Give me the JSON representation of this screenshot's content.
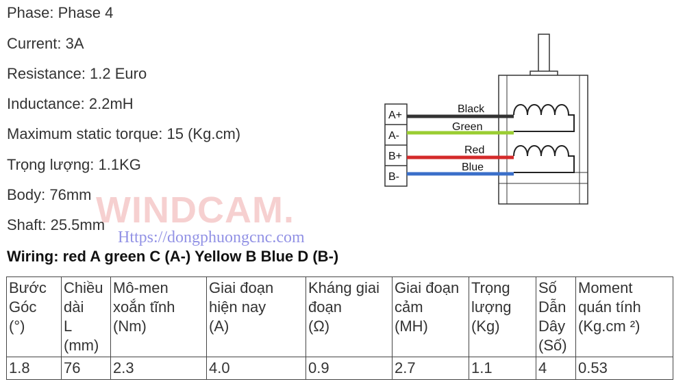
{
  "specs": [
    {
      "label": "Phase: Phase 4"
    },
    {
      "label": "Current: 3A"
    },
    {
      "label": "Resistance: 1.2 Euro"
    },
    {
      "label": "Inductance: 2.2mH"
    },
    {
      "label": "Maximum static torque: 15 (Kg.cm)"
    },
    {
      "label": "Trọng lượng: 1.1KG"
    },
    {
      "label": "Body: 76mm"
    },
    {
      "label": "Shaft: 25.5mm"
    }
  ],
  "wiring": "Wiring: red A green C (A-) Yellow B Blue D (B-)",
  "watermark": {
    "logo": "WINDCAM.",
    "url": "Https://dongphuongcnc.com"
  },
  "diagram": {
    "terminals": [
      "A+",
      "A-",
      "B+",
      "B-"
    ],
    "wires": [
      {
        "name": "Black",
        "color": "#333333"
      },
      {
        "name": "Green",
        "color": "#9acd32"
      },
      {
        "name": "Red",
        "color": "#d42a2a"
      },
      {
        "name": "Blue",
        "color": "#3a6fc9"
      }
    ]
  },
  "table": {
    "headers": [
      [
        "Bước",
        "Góc",
        "(°)"
      ],
      [
        "Chiều",
        "dài",
        "L",
        "(mm)"
      ],
      [
        "Mô-men",
        "xoắn tĩnh",
        "(Nm)"
      ],
      [
        "Giai đoạn",
        "hiện nay",
        "(A)"
      ],
      [
        "Kháng giai",
        "đoạn",
        "(Ω)"
      ],
      [
        "Giai đoạn",
        "cảm",
        "(MH)"
      ],
      [
        "Trọng",
        "lượng",
        "(Kg)"
      ],
      [
        "Số",
        "Dẫn",
        "Dây",
        "(Số)"
      ],
      [
        "Moment",
        "quán tính",
        "(Kg.cm ²)"
      ]
    ],
    "row": [
      "1.8",
      "76",
      "2.3",
      "4.0",
      "0.9",
      "2.7",
      "1.1",
      "4",
      "0.53"
    ]
  }
}
